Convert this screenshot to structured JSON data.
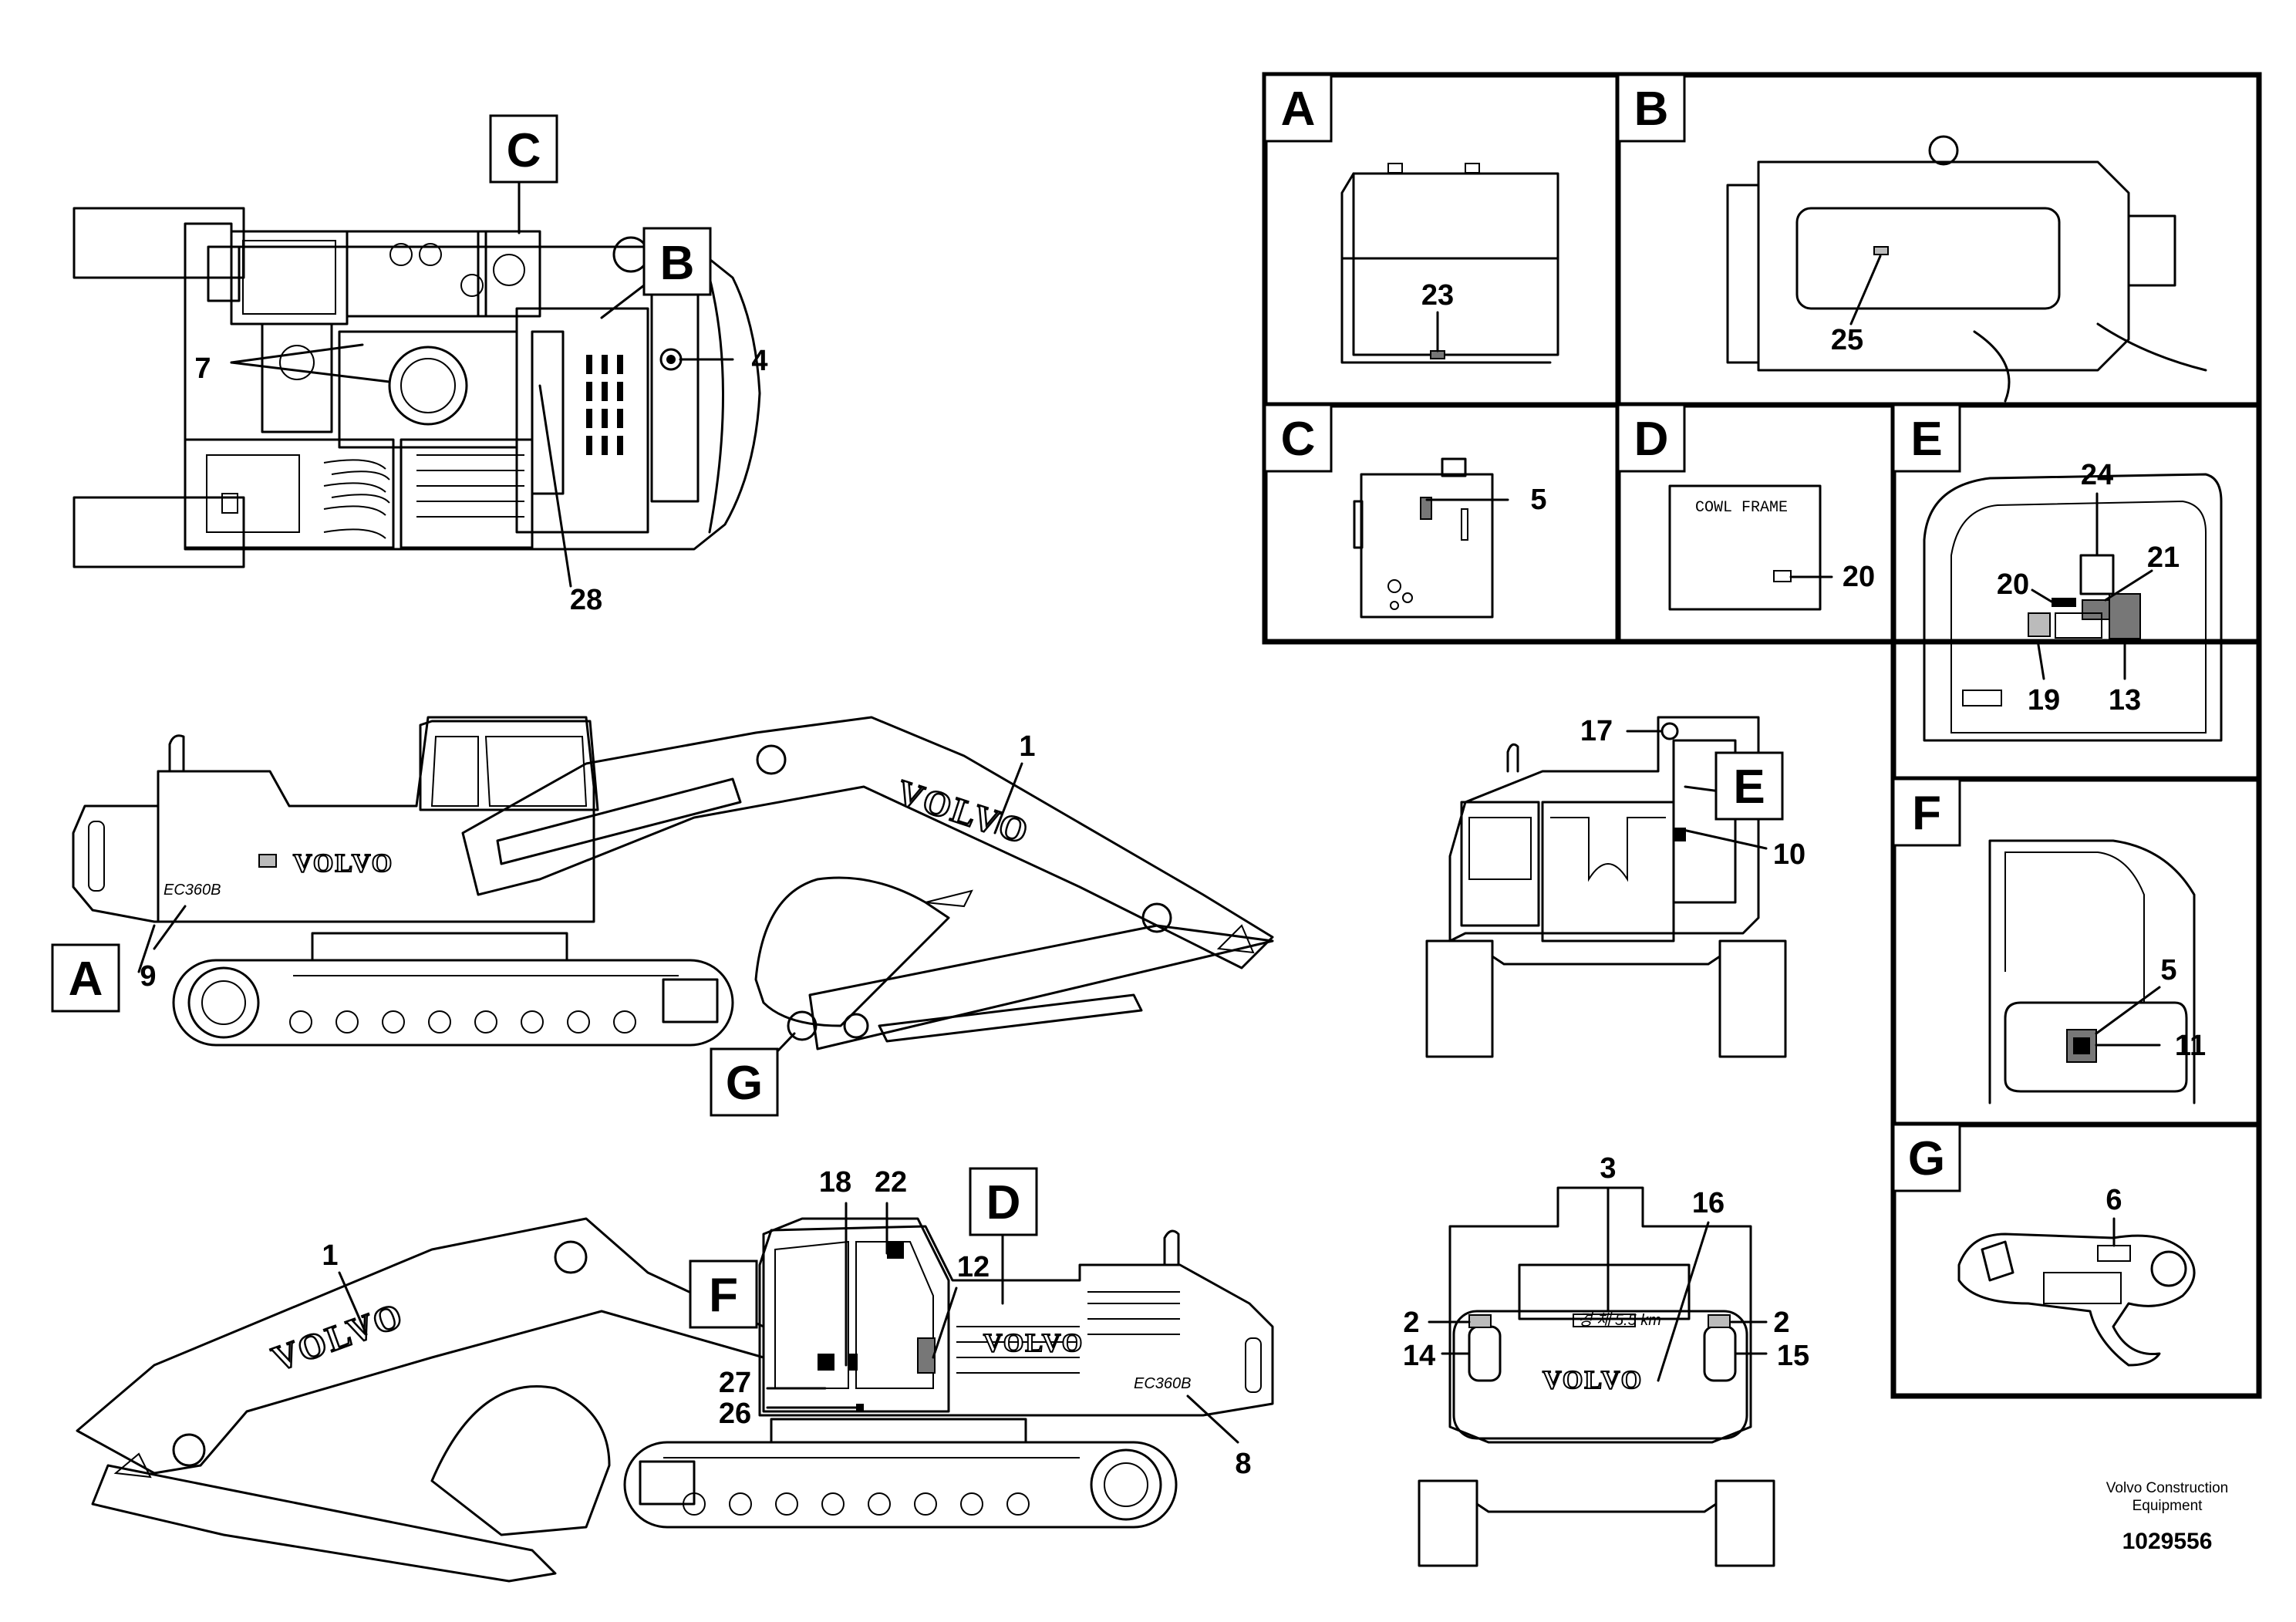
{
  "figure": {
    "brand_text": "VOLVO",
    "model_badge": "EC360B",
    "cowl_label": "COWL FRAME",
    "rear_plate": "경 채 5.5 km",
    "footer": {
      "company_line1": "Volvo Construction",
      "company_line2": "Equipment",
      "part_number": "1029556"
    }
  },
  "detail_panels": [
    {
      "letter": "A"
    },
    {
      "letter": "B"
    },
    {
      "letter": "C"
    },
    {
      "letter": "D"
    },
    {
      "letter": "E"
    },
    {
      "letter": "F"
    },
    {
      "letter": "G"
    }
  ],
  "view_refs": {
    "top_C": "C",
    "top_B": "B",
    "side_A": "A",
    "side_G": "G",
    "side_D": "D",
    "side_F": "F",
    "front_E": "E"
  },
  "callouts": {
    "top_7": "7",
    "top_4": "4",
    "top_28": "28",
    "side_1": "1",
    "side_9": "9",
    "left_1": "1",
    "left_18": "18",
    "left_22": "22",
    "left_12": "12",
    "left_27": "27",
    "left_26": "26",
    "left_8": "8",
    "front_17": "17",
    "front_10": "10",
    "rear_3": "3",
    "rear_16": "16",
    "rear_2a": "2",
    "rear_2b": "2",
    "rear_14": "14",
    "rear_15": "15",
    "A_23": "23",
    "B_25": "25",
    "C_5": "5",
    "D_20": "20",
    "E_24": "24",
    "E_21": "21",
    "E_20": "20",
    "E_19": "19",
    "E_13": "13",
    "F_5": "5",
    "F_11": "11",
    "G_6": "6"
  }
}
